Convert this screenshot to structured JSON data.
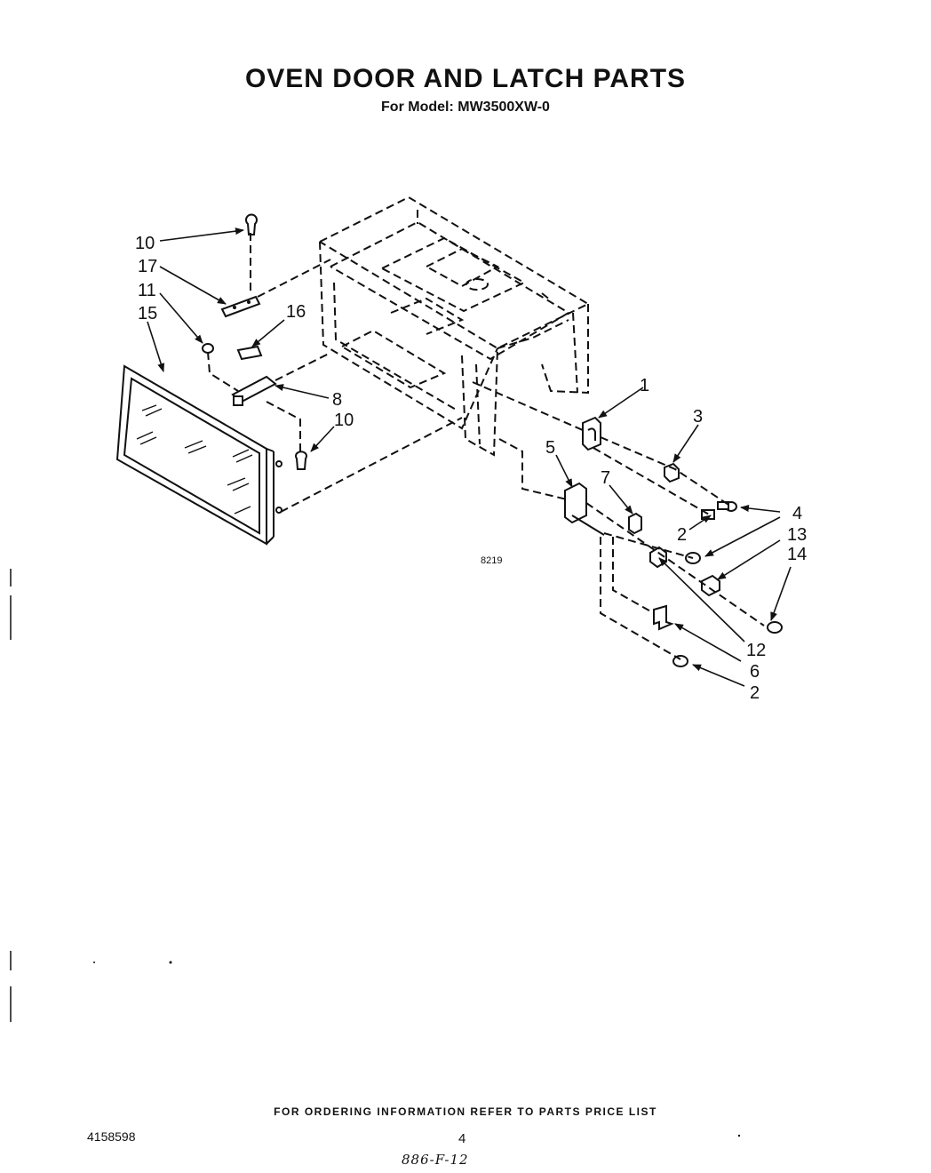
{
  "title": "OVEN DOOR AND LATCH PARTS",
  "subtitle": "For Model: MW3500XW-0",
  "figure_code": "8219",
  "footer_note": "FOR ORDERING INFORMATION REFER TO PARTS PRICE LIST",
  "doc_number": "4158598",
  "page_number": "4",
  "handwritten_note": "886-F-12",
  "callouts": {
    "c10a": "10",
    "c17": "17",
    "c11": "11",
    "c15": "15",
    "c16": "16",
    "c8": "8",
    "c10b": "10",
    "c1": "1",
    "c3": "3",
    "c5": "5",
    "c7": "7",
    "c4": "4",
    "c2a": "2",
    "c13": "13",
    "c14": "14",
    "c12": "12",
    "c6": "6",
    "c2b": "2"
  }
}
